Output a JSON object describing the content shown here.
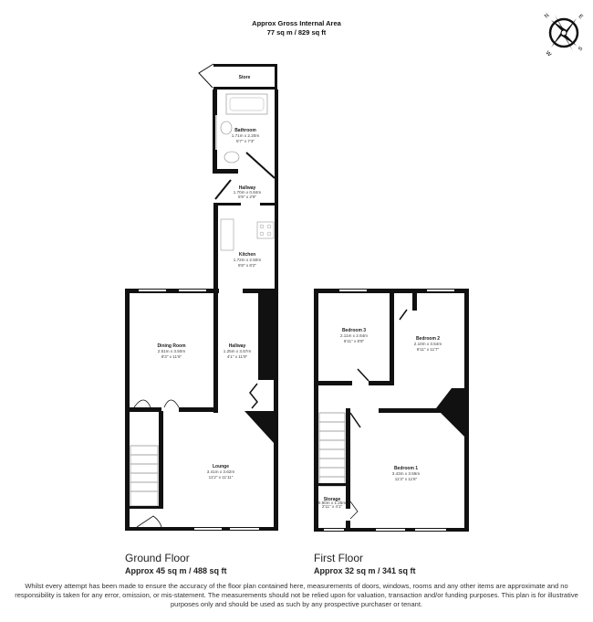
{
  "header": {
    "title_line1": "Approx Gross Internal Area",
    "title_line2": "77 sq m / 829 sq ft"
  },
  "compass": {
    "n": "N",
    "e": "E",
    "s": "S",
    "w": "W",
    "icon": "compass-rose-icon"
  },
  "ground_floor": {
    "label": "Ground Floor",
    "area": "Approx 45 sq m / 488 sq ft",
    "rooms": [
      {
        "name": "Store",
        "metric": "",
        "imperial": ""
      },
      {
        "name": "Bathroom",
        "metric": "1.71m x 2.20m",
        "imperial": "5'7\" x 7'3\""
      },
      {
        "name": "Hallway",
        "metric": "1.70m x 0.84m",
        "imperial": "5'9\" x 2'9\""
      },
      {
        "name": "Kitchen",
        "metric": "1.72m x 2.50m",
        "imperial": "5'8\" x 8'2\""
      },
      {
        "name": "Dining Room",
        "metric": "2.51m x 3.50m",
        "imperial": "8'3\" x 11'6\""
      },
      {
        "name": "Hallway",
        "metric": "1.25m x 3.57m",
        "imperial": "4'1\" x 11'9\""
      },
      {
        "name": "Lounge",
        "metric": "3.41m x 3.62m",
        "imperial": "11'2\" x 11'11\""
      }
    ]
  },
  "first_floor": {
    "label": "First Floor",
    "area": "Approx 32 sq m / 341 sq ft",
    "rooms": [
      {
        "name": "Bedroom 3",
        "metric": "2.11m x 2.64m",
        "imperial": "6'11\" x 8'8\""
      },
      {
        "name": "Bedroom 2",
        "metric": "2.10m x 3.54m",
        "imperial": "6'11\" x 11'7\""
      },
      {
        "name": "Bedroom 1",
        "metric": "3.43m x 3.56m",
        "imperial": "11'3\" x 11'8\""
      },
      {
        "name": "Storage",
        "metric": "0.90m x 1.25m",
        "imperial": "2'11\" x 4'1\""
      }
    ]
  },
  "disclaimer": "Whilst every attempt has been made to ensure the accuracy of the floor plan contained here, measurements of doors, windows, rooms and any other items are approximate and no responsibility is taken for any error, omission, or mis-statement. The measurements should not be relied upon for valuation, transaction and/or funding purposes. This plan is for illustrative purposes only and should be used as such by any prospective purchaser or tenant."
}
